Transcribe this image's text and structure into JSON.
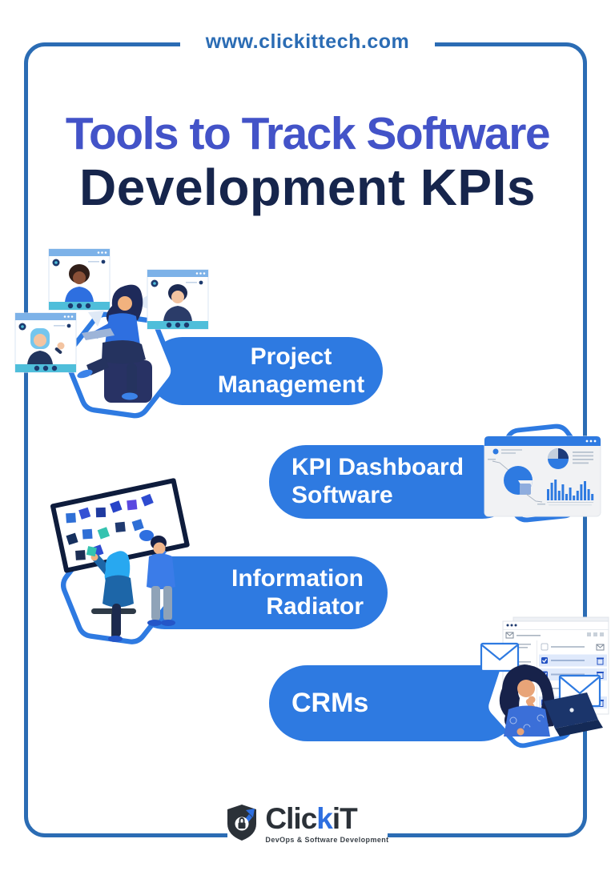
{
  "site_url": "www.clickittech.com",
  "title": {
    "line1": "Tools to Track Software",
    "line2": "Development KPIs"
  },
  "sections": [
    {
      "id": "project-management",
      "lines": [
        "Project",
        "Management"
      ],
      "illustration": "remote-team-video-call"
    },
    {
      "id": "kpi-dashboard-software",
      "lines": [
        "KPI Dashboard",
        "Software"
      ],
      "illustration": "kpi-dashboard-window"
    },
    {
      "id": "information-radiator",
      "lines": [
        "Information",
        "Radiator"
      ],
      "illustration": "team-at-kanban-board"
    },
    {
      "id": "crms",
      "lines": [
        "CRMs"
      ],
      "illustration": "crm-task-list-woman-laptop"
    }
  ],
  "logo": {
    "brand_prefix": "Clic",
    "brand_accent": "k",
    "brand_suffix": "iT",
    "tagline": "DevOps & Software Development"
  },
  "colors": {
    "frame_blue": "#2b6cb4",
    "pill_blue": "#2e7ae1",
    "title_blue": "#4353c8",
    "title_navy": "#16254c",
    "teal": "#4fbeda",
    "navy": "#1e2a5a",
    "accent_blue": "#2e6fe0",
    "check_blue": "#2453c4"
  }
}
